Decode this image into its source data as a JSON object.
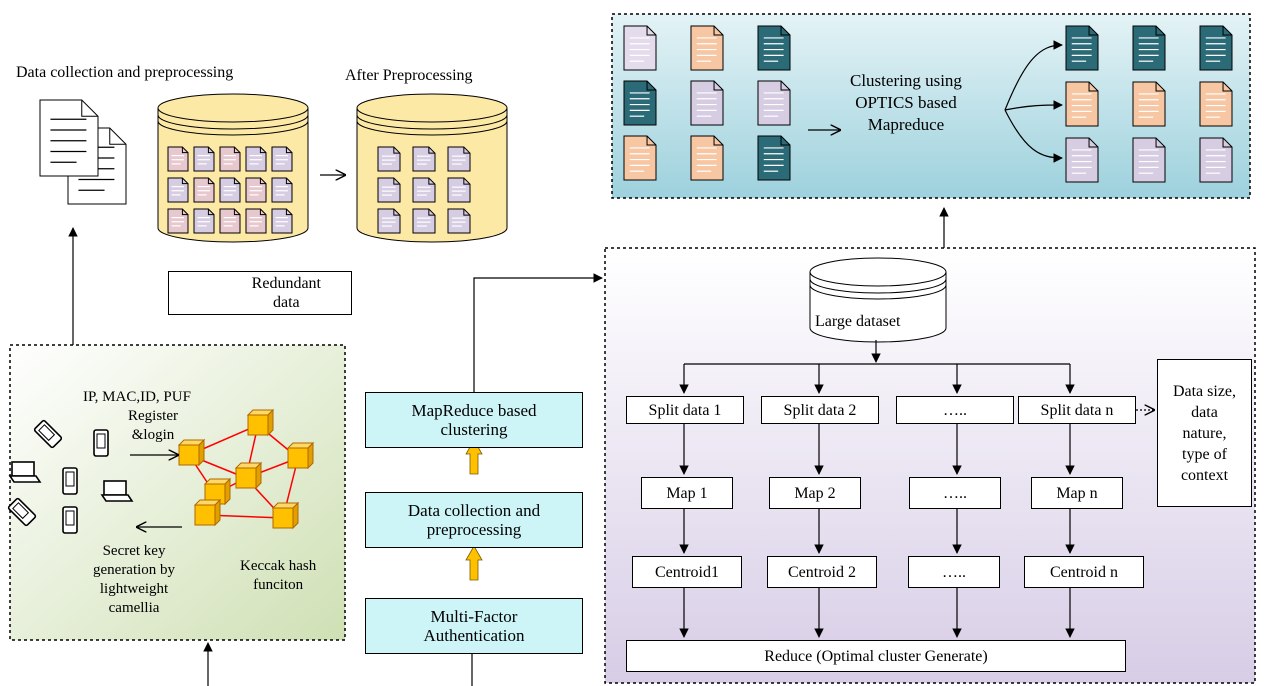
{
  "top_left": {
    "title": "Data collection and preprocessing",
    "after_title": "After Preprocessing",
    "legend_label": "Redundant\ndata"
  },
  "auth_panel": {
    "ids_label": "IP, MAC,ID, PUF",
    "register_label": "Register\n&login",
    "secret_label": "Secret key\ngeneration by\nlightweight\ncamellia",
    "keccak_label": "Keccak hash\nfunciton"
  },
  "pipeline": {
    "mapreduce": "MapReduce based\nclustering",
    "collection": "Data collection and\npreprocessing",
    "mfa": "Multi-Factor\nAuthentication"
  },
  "clustering_panel": {
    "label": "Clustering using\nOPTICS based\nMapreduce"
  },
  "mapreduce_panel": {
    "dataset": "Large dataset",
    "splits": [
      "Split data 1",
      "Split data 2",
      "…..",
      "Split data n"
    ],
    "maps": [
      "Map 1",
      "Map 2",
      "…..",
      "Map n"
    ],
    "centroids": [
      "Centroid1",
      "Centroid 2",
      "…..",
      "Centroid n"
    ],
    "reduce": "Reduce (Optimal cluster Generate)",
    "side_note": "Data size,\ndata\nnature,\ntype of\ncontext"
  },
  "colors": {
    "doc_pink": "#e8c8cf",
    "doc_lavender": "#d6cde3",
    "doc_orange": "#f7c6a3",
    "doc_teal": "#2b6b78",
    "cylinder": "#fde9a6",
    "box_cyan": "#cdf5f8",
    "cube": "#ffc000",
    "network_line": "#ff0000",
    "arrow_up": "#ffc000"
  }
}
